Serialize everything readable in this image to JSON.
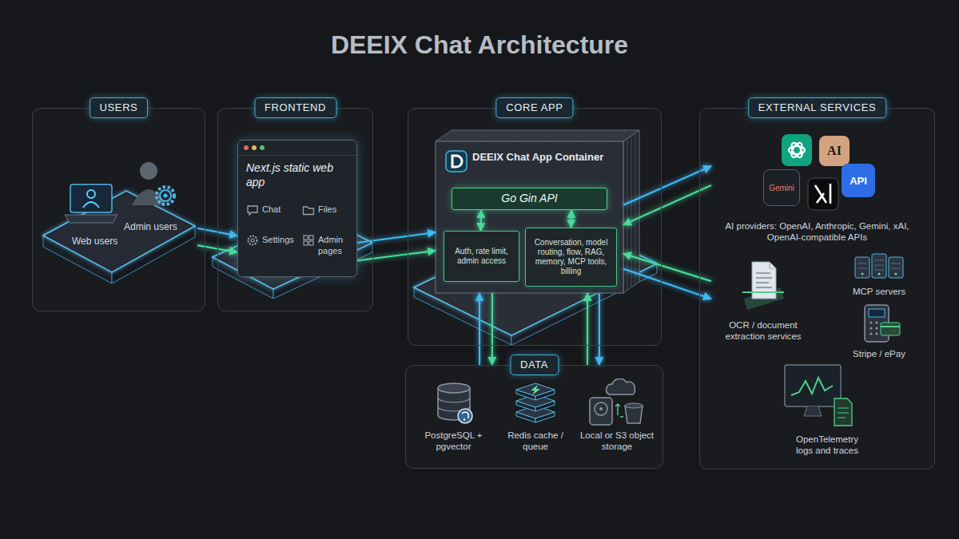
{
  "diagram": {
    "title": "DEEIX Chat Architecture",
    "nodes": [
      {
        "text": [
          "USERS"
        ]
      },
      {
        "text": [
          "Web users",
          "Admin users"
        ],
        "in": 0
      },
      {
        "text": [
          "FRONTEND"
        ]
      },
      {
        "text": [
          "Next.js static web app",
          "Chat",
          "Files",
          "Settings",
          "Admin pages"
        ],
        "in": 2
      },
      {
        "text": [
          "CORE APP"
        ]
      },
      {
        "text": [
          "DEEIX Chat App Container"
        ],
        "in": 4
      },
      {
        "text": [
          "Go Gin API"
        ],
        "in": 5
      },
      {
        "text": [
          "Auth, rate limit, admin access"
        ],
        "in": 5
      },
      {
        "text": [
          "Conversation, model routing, flow, RAG, memory, MCP tools, billing"
        ],
        "in": 5
      },
      {
        "text": [
          "DATA"
        ]
      },
      {
        "text": [
          "PostgreSQL + pgvector"
        ],
        "in": 9
      },
      {
        "text": [
          "Redis cache / queue"
        ],
        "in": 9
      },
      {
        "text": [
          "Local or S3 object storage"
        ],
        "in": 9
      },
      {
        "text": [
          "EXTERNAL SERVICES"
        ]
      },
      {
        "text": [
          "AI providers: OpenAI, Anthropic, Gemini, xAI, OpenAI-compatible APIs"
        ],
        "in": 13
      },
      {
        "text": [
          "OCR / document extraction services"
        ],
        "in": 13
      },
      {
        "text": [
          "MCP servers"
        ],
        "in": 13
      },
      {
        "text": [
          "Stripe / ePay"
        ],
        "in": 13
      },
      {
        "text": [
          "OpenTelemetry logs and traces"
        ],
        "in": 13
      }
    ],
    "edges": [
      {
        "from": 1,
        "to": 3,
        "arrow": "to"
      },
      {
        "from": 1,
        "to": 3,
        "arrow": "to"
      },
      {
        "from": 3,
        "to": 5,
        "arrow": "to"
      },
      {
        "from": 3,
        "to": 5,
        "arrow": "to"
      },
      {
        "from": 5,
        "to": 14,
        "arrow": "to"
      },
      {
        "from": 14,
        "to": 5,
        "arrow": "to"
      },
      {
        "from": 15,
        "to": 5,
        "arrow": "to"
      },
      {
        "from": 5,
        "to": 15,
        "arrow": "to"
      },
      {
        "from": 9,
        "to": 5,
        "arrow": "to"
      },
      {
        "from": 5,
        "to": 9,
        "arrow": "to"
      },
      {
        "from": 9,
        "to": 5,
        "arrow": "to"
      },
      {
        "from": 5,
        "to": 9,
        "arrow": "to"
      },
      {
        "from": 6,
        "to": 7,
        "arrow": "both"
      },
      {
        "from": 6,
        "to": 8,
        "arrow": "both"
      }
    ],
    "labels": [
      "AI",
      "Gemini",
      "API"
    ]
  }
}
